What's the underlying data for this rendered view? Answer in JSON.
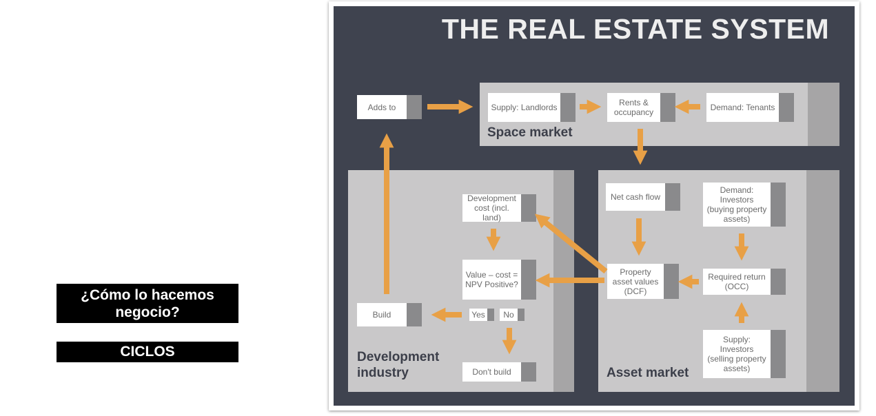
{
  "sidebar": {
    "question": "¿Cómo lo hacemos negocio?",
    "cycles": "CICLOS"
  },
  "diagram": {
    "title": "THE REAL ESTATE SYSTEM",
    "panels": {
      "space_market": "Space market",
      "development_industry": "Development industry",
      "asset_market": "Asset market"
    },
    "nodes": {
      "adds_to": "Adds to",
      "supply_landlords": "Supply: Landlords",
      "rents_occupancy": "Rents & occupancy",
      "demand_tenants": "Demand: Tenants",
      "development_cost": "Development cost (incl. land)",
      "value_cost": "Value – cost = NPV Positive?",
      "build": "Build",
      "yes": "Yes",
      "no": "No",
      "dont_build": "Don't build",
      "net_cash_flow": "Net cash flow",
      "demand_investors": "Demand: Investors (buying property assets)",
      "property_asset_values": "Property asset values (DCF)",
      "required_return": "Required return (OCC)",
      "supply_investors": "Supply: Investors (selling property assets)"
    },
    "colors": {
      "background": "#3f434f",
      "panel": "#c9c8c9",
      "panel_edge": "#a6a5a6",
      "node": "#ffffff",
      "node_tab": "#8a8a8c",
      "arrow": "#e8a046",
      "title": "#eeeeee",
      "panel_label": "#3c3f4a"
    }
  }
}
